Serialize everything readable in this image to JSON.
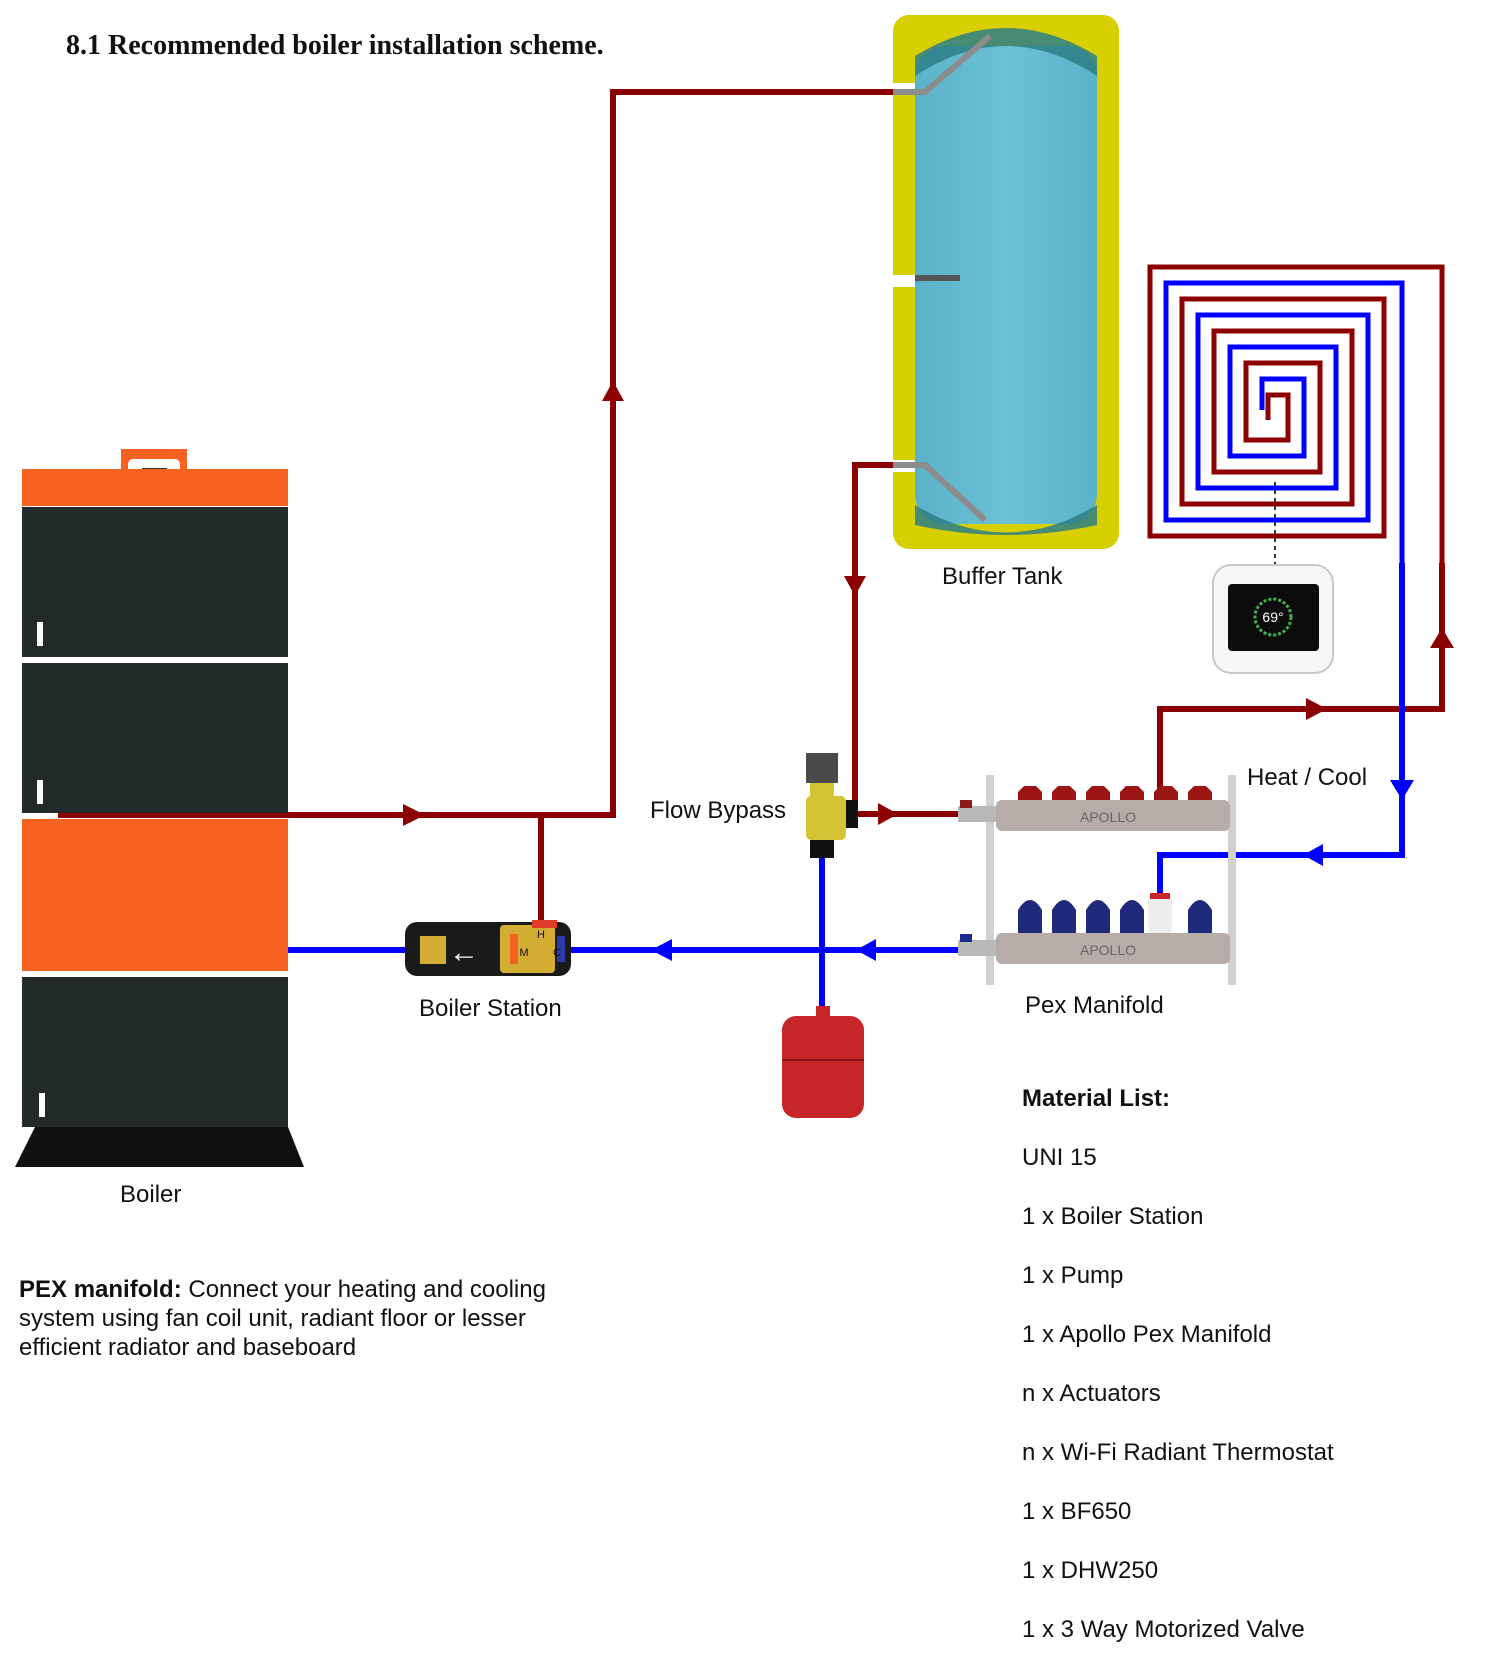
{
  "title": "8.1 Recommended boiler installation scheme.",
  "labels": {
    "buffer_tank": "Buffer Tank",
    "flow_bypass": "Flow Bypass",
    "heat_cool": "Heat / Cool",
    "boiler_station": "Boiler Station",
    "pex_manifold": "Pex Manifold",
    "boiler": "Boiler",
    "manifold_brand_top": "APOLLO",
    "manifold_brand_bottom": "APOLLO",
    "station_h": "H",
    "station_m": "M",
    "station_c": "C",
    "thermostat_reading": "69°"
  },
  "note": {
    "bold": "PEX manifold:",
    "text": " Connect your heating and cooling system using fan coil unit, radiant floor or lesser efficient radiator and baseboard"
  },
  "material_list": {
    "heading": "Material List:",
    "items": [
      "UNI 15",
      "1 x Boiler Station",
      "1 x Pump",
      "1 x Apollo Pex Manifold",
      "n x Actuators",
      "n x Wi-Fi Radiant Thermostat",
      "1 x BF650",
      "1 x DHW250",
      "1 x 3 Way Motorized Valve"
    ]
  },
  "colors": {
    "hot_pipe": "#8b0000",
    "cold_pipe": "#0000ff",
    "boiler_body": "#222a2a",
    "boiler_accent": "#f66320",
    "tank_shell": "#d8cf00",
    "tank_water": "#62b8cf",
    "expansion_tank": "#c8272a"
  }
}
